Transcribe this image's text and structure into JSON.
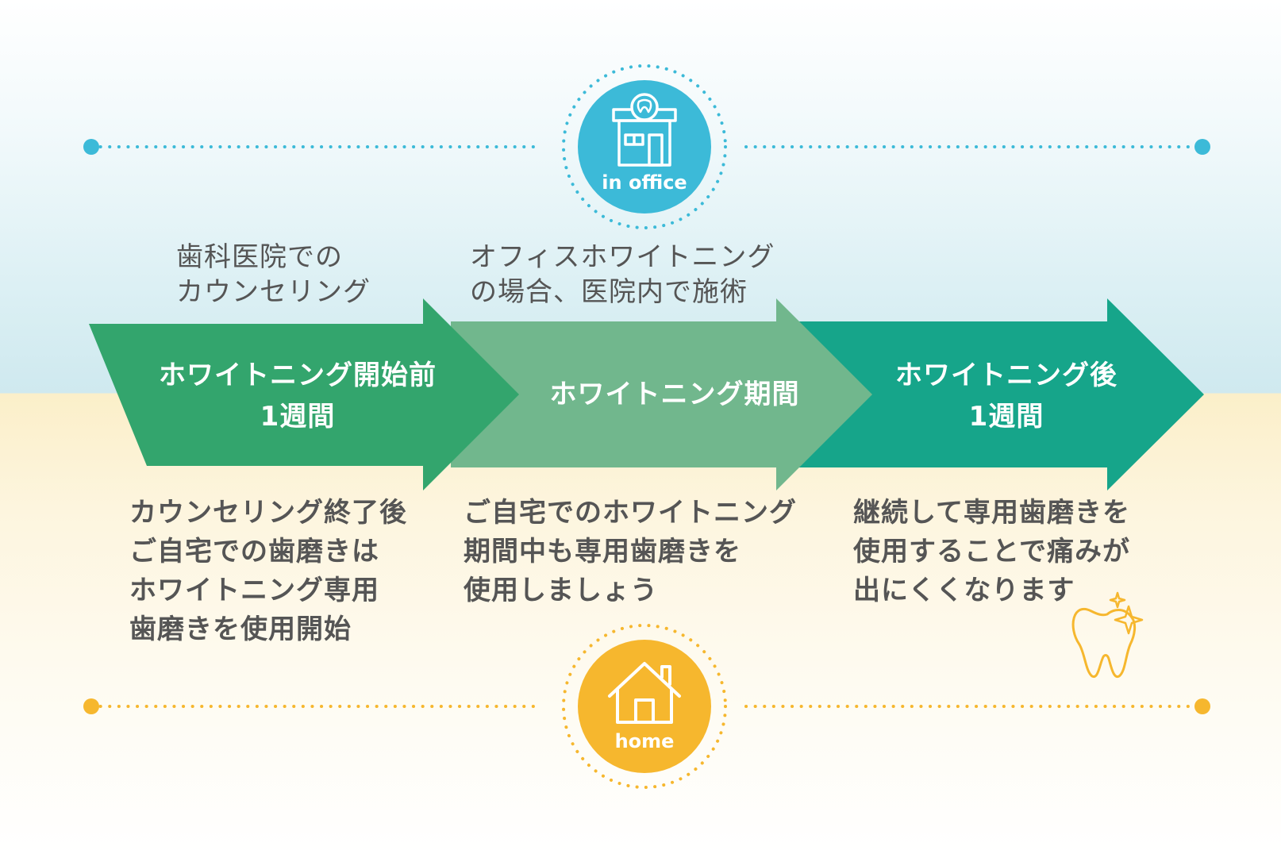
{
  "badges": {
    "office": {
      "label": "in office",
      "color": "#3cbad8"
    },
    "home": {
      "label": "home",
      "color": "#f6b72e"
    }
  },
  "office_notes": {
    "before": [
      "歯科医院での",
      "カウンセリング"
    ],
    "during": [
      "オフィスホワイトニング",
      "の場合、医院内で施術"
    ]
  },
  "arrows": {
    "before": {
      "lines": [
        "ホワイトニング開始前",
        "1週間"
      ],
      "color": "#33a56d"
    },
    "during": {
      "lines": [
        "ホワイトニング期間"
      ],
      "color": "#71b78d"
    },
    "after": {
      "lines": [
        "ホワイトニング後",
        "1週間"
      ],
      "color": "#16a58a"
    }
  },
  "home_notes": {
    "before": [
      "カウンセリング終了後",
      "ご自宅での歯磨きは",
      "ホワイトニング専用",
      "歯磨きを使用開始"
    ],
    "during": [
      "ご自宅でのホワイトニング",
      "期間中も専用歯磨きを",
      "使用しましょう"
    ],
    "after": [
      "継続して専用歯磨きを",
      "使用することで痛みが",
      "出にくくなります"
    ]
  },
  "icons": {
    "office": "dental-clinic-icon",
    "home": "house-icon",
    "tooth": "sparkling-tooth-icon"
  }
}
